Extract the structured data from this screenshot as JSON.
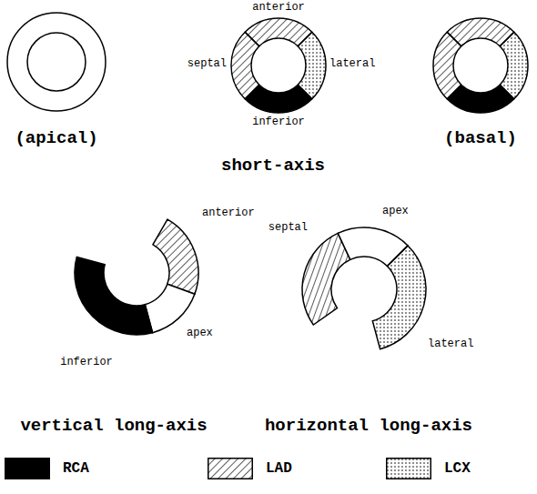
{
  "diagram": {
    "labels": [
      "anterior",
      "septal",
      "lateral",
      "inferior",
      "(apical)",
      "(basal)",
      "short-axis",
      "anterior",
      "apex",
      "septal",
      "lateral",
      "inferior",
      "apex",
      "vertical long-axis",
      "horizontal long-axis"
    ],
    "legend": [
      {
        "text": "RCA",
        "color": "#000000"
      },
      {
        "text": "LAD"
      },
      {
        "text": "LCX"
      }
    ]
  }
}
